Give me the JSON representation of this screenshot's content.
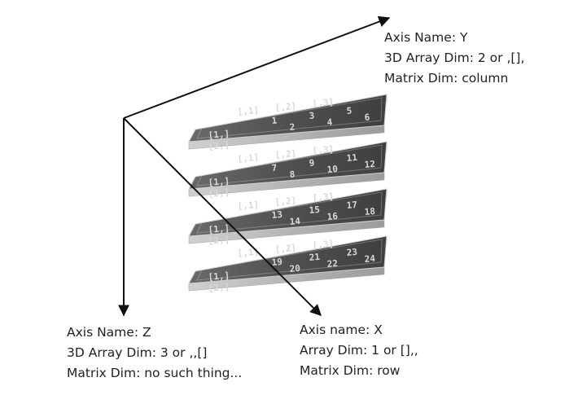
{
  "axis_y": {
    "name_line": "Axis Name: Y",
    "array_line": "3D Array Dim: 2 or ,[],",
    "matrix_line": "Matrix Dim: column"
  },
  "axis_z": {
    "name_line": "Axis Name: Z",
    "array_line": "3D Array Dim: 3 or ,,[]",
    "matrix_line": "Matrix Dim: no such thing..."
  },
  "axis_x": {
    "name_line": "Axis name: X",
    "array_line": "Array Dim: 1 or [],,",
    "matrix_line": "Matrix Dim: row"
  },
  "layers": [
    {
      "col_headers": [
        "[,1]",
        "[,2]",
        "[,3]"
      ],
      "row_headers": [
        "[1,]",
        "[2,]"
      ],
      "cells": [
        "1",
        "2",
        "3",
        "4",
        "5",
        "6"
      ]
    },
    {
      "col_headers": [
        "[,1]",
        "[,2]",
        "[,3]"
      ],
      "row_headers": [
        "[1,]",
        "[2,]"
      ],
      "cells": [
        "7",
        "8",
        "9",
        "10",
        "11",
        "12"
      ]
    },
    {
      "col_headers": [
        "[,1]",
        "[,2]",
        "[,3]"
      ],
      "row_headers": [
        "[1,]",
        "[2,]"
      ],
      "cells": [
        "13",
        "14",
        "15",
        "16",
        "17",
        "18"
      ]
    },
    {
      "col_headers": [
        "[,1]",
        "[,2]",
        "[,3]"
      ],
      "row_headers": [
        "[1,]",
        "[2,]"
      ],
      "cells": [
        "19",
        "20",
        "21",
        "22",
        "23",
        "24"
      ]
    }
  ]
}
